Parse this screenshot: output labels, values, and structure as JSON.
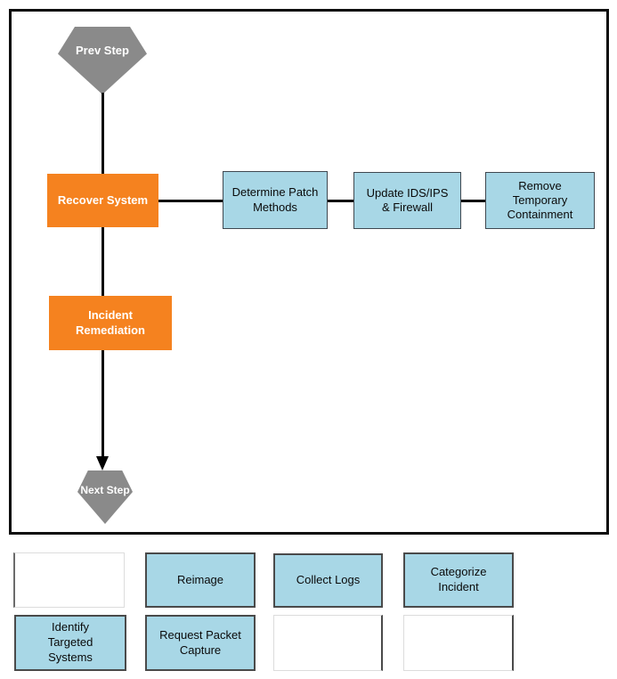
{
  "diagram": {
    "terminators": {
      "prev": "Prev Step",
      "next": "Next Step"
    },
    "placed_nodes": {
      "recover_system": "Recover System",
      "incident_remediation": "Incident Remediation",
      "determine_patch_methods": "Determine Patch Methods",
      "update_ids_ips_firewall": "Update IDS/IPS & Firewall",
      "remove_temporary_containment": "Remove Temporary Containment"
    }
  },
  "tray": {
    "items": [
      {
        "label": "Reimage"
      },
      {
        "label": "Collect Logs"
      },
      {
        "label": "Categorize Incident"
      },
      {
        "label": "Identify Targeted Systems"
      },
      {
        "label": "Request Packet Capture"
      }
    ]
  },
  "colors": {
    "orange_node": "#f5821f",
    "blue_node": "#a8d7e6",
    "terminator_gray": "#8a8a8a",
    "connector": "#0d0d0d"
  }
}
